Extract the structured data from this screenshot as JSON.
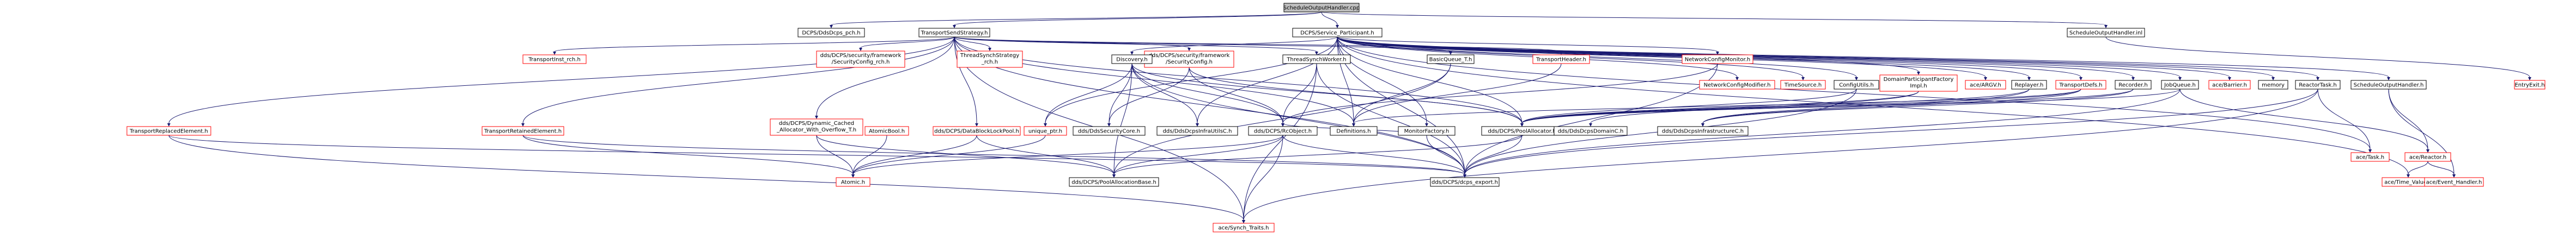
{
  "colors": {
    "root_fill": "#bfbfbf",
    "node_fill": "#ffffff",
    "node_border": "#000000",
    "red_border": "#ff0000",
    "edge": "#191970",
    "text": "#000000"
  },
  "nodes": {
    "root": "ScheduleOutputHandler.cpp",
    "dcps_output_handler": "DCPS/DdsDcps_pch.h",
    "transport_send_strategy": "TransportSendStrategy.h",
    "service_participant": "DCPS/Service_Participant.h",
    "schedule_output_handler_inl": "ScheduleOutputHandler.inl",
    "transport_inst_rch": "TransportInst_rch.h",
    "security_config_rch": "dds/DCPS/security/framework\n/SecurityConfig_rch.h",
    "thread_synch_strategy_rch": "ThreadSynchStrategy\n_rch.h",
    "security_config": "dds/DCPS/security/framework\n/SecurityConfig.h",
    "thread_synch_worker": "ThreadSynchWorker.h",
    "basic_queue_t": "BasicQueue_T.h",
    "transport_header": "TransportHeader.h",
    "discovery": "Discovery.h",
    "network_config_monitor": "NetworkConfigMonitor.h",
    "network_config_modifier": "NetworkConfigModifier.h",
    "time_source": "TimeSource.h",
    "config_utils": "ConfigUtils.h",
    "domain_participant_factory_impl": "DomainParticipantFactory\nImpl.h",
    "ace_argv": "ace/ARGV.h",
    "replayer": "Replayer.h",
    "transport_defs": "TransportDefs.h",
    "recorder": "Recorder.h",
    "job_queue": "JobQueue.h",
    "ace_barrier": "ace/Barrier.h",
    "memory": "memory",
    "reactor_task": "ReactorTask.h",
    "schedule_output_handler_h": "ScheduleOutputHandler.h",
    "entry_exit": "EntryExit.h",
    "transport_replaced_element": "TransportReplacedElement.h",
    "transport_retained_element": "TransportRetainedElement.h",
    "dynamic_cached_allocator": "dds/DCPS/Dynamic_Cached\n_Allocator_With_Overflow_T.h",
    "atomic_bool": "AtomicBool.h",
    "data_block_lock_pool": "dds/DCPS/DataBlockLockPool.h",
    "unique_ptr": "unique_ptr.h",
    "dds_security_core": "dds/DdsSecurityCore.h",
    "dds_dcps_infra_utils": "dds/DdsDcpsInfraUtilsC.h",
    "rc_object": "dds/DCPS/RcObject.h",
    "definitions": "Definitions.h",
    "monitor_factory": "MonitorFactory.h",
    "pool_allocator": "dds/DCPS/PoolAllocator.h",
    "dds_dcps_domain_c": "dds/DdsDcpsDomainC.h",
    "dds_dcps_infrastructure_c": "dds/DdsDcpsInfrastructureC.h",
    "ace_task": "ace/Task.h",
    "ace_reactor": "ace/Reactor.h",
    "atomic": "Atomic.h",
    "pool_allocation_base": "dds/DCPS/PoolAllocationBase.h",
    "dcps_export": "dds/DCPS/dcps_export.h",
    "ace_time_value": "ace/Time_Value.h",
    "ace_event_handler": "ace/Event_Handler.h",
    "ace_synch_traits": "ace/Synch_Traits.h"
  }
}
